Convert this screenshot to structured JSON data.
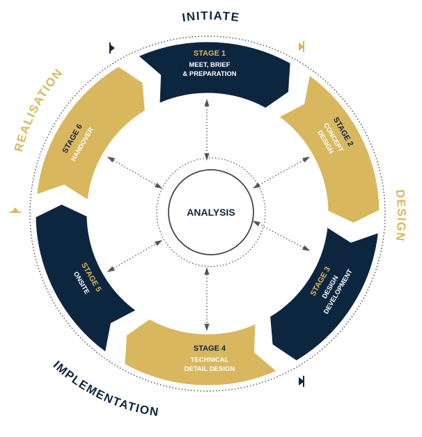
{
  "colors": {
    "navy": "#0d2640",
    "gold": "#d9b75f",
    "arrow": "#555555",
    "ring_line": "#444444"
  },
  "center": {
    "label": "ANALYSIS"
  },
  "phases": {
    "initiate": "INITIATE",
    "design": "DESIGN",
    "implementation": "IMPLEMENTATION",
    "realisation": "REALISATION"
  },
  "stages": [
    {
      "title": "STAGE 1",
      "lines": [
        "MEET, BRIEF",
        "& PREPARATION"
      ],
      "color": "navy"
    },
    {
      "title": "STAGE 2",
      "lines": [
        "CONCEPT",
        "DESIGN"
      ],
      "color": "gold"
    },
    {
      "title": "STAGE 3",
      "lines": [
        "DESIGN",
        "DEVELOPMENT"
      ],
      "color": "navy"
    },
    {
      "title": "STAGE 4",
      "lines": [
        "TECHNICAL",
        "DETAIL DESIGN"
      ],
      "color": "gold"
    },
    {
      "title": "STAGE 5",
      "lines": [
        "ONSITE"
      ],
      "color": "navy"
    },
    {
      "title": "STAGE 6",
      "lines": [
        "HANDOVER"
      ],
      "color": "gold"
    }
  ]
}
